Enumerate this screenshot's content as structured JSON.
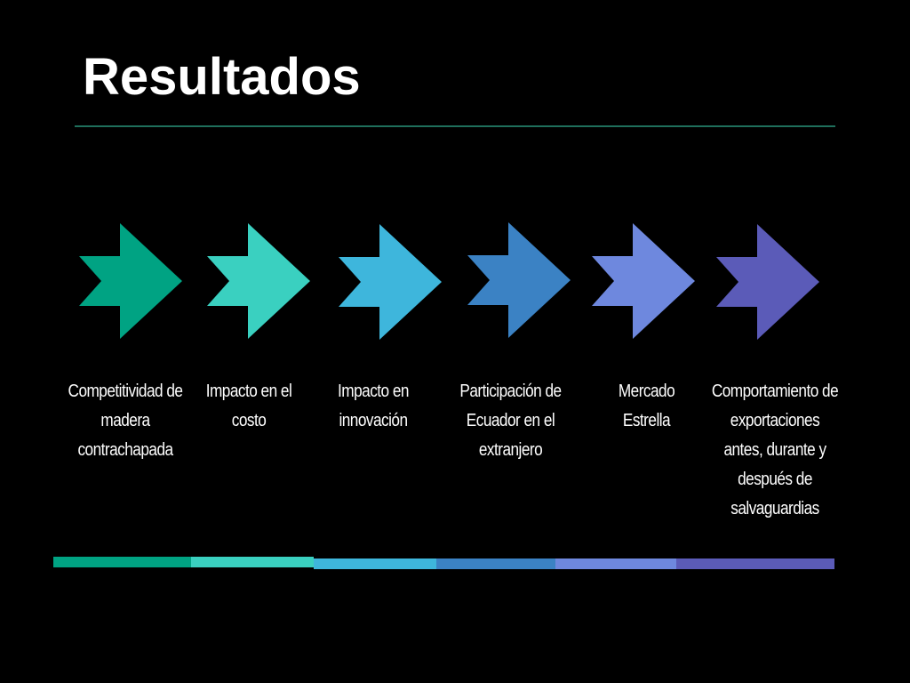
{
  "slide": {
    "title": "Resultados"
  },
  "steps": [
    {
      "label": "Competitividad de madera contrachapada",
      "color": "#00a383"
    },
    {
      "label": "Impacto en el costo",
      "color": "#3ad0c0"
    },
    {
      "label": "Impacto en innovación",
      "color": "#3eb6dc"
    },
    {
      "label": "Participación de Ecuador en el extranjero",
      "color": "#3b82c4"
    },
    {
      "label": "Mercado Estrella",
      "color": "#6e88de"
    },
    {
      "label": "Comportamiento de exportaciones antes, durante y después de salvaguardias",
      "color": "#5b5bb8"
    }
  ],
  "bar_segments": [
    {
      "color": "#00a383"
    },
    {
      "color": "#3ad0c0"
    },
    {
      "color": "#3eb6dc"
    },
    {
      "color": "#3b82c4"
    },
    {
      "color": "#6e88de"
    },
    {
      "color": "#5b5bb8"
    }
  ]
}
